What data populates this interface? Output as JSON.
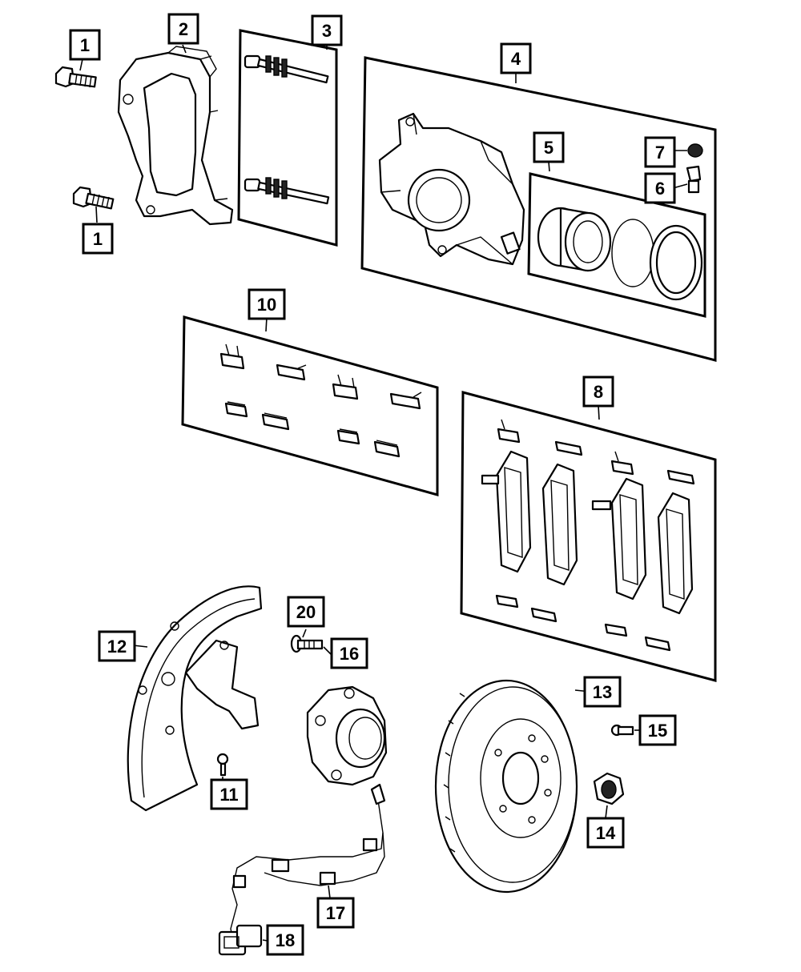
{
  "callouts": {
    "c1a": "1",
    "c1b": "1",
    "c2": "2",
    "c3": "3",
    "c4": "4",
    "c5": "5",
    "c6": "6",
    "c7": "7",
    "c8": "8",
    "c10": "10",
    "c11": "11",
    "c12": "12",
    "c13": "13",
    "c14": "14",
    "c15": "15",
    "c16": "16",
    "c17": "17",
    "c18": "18",
    "c20": "20"
  },
  "colors": {
    "line": "#000000",
    "background": "#ffffff"
  }
}
